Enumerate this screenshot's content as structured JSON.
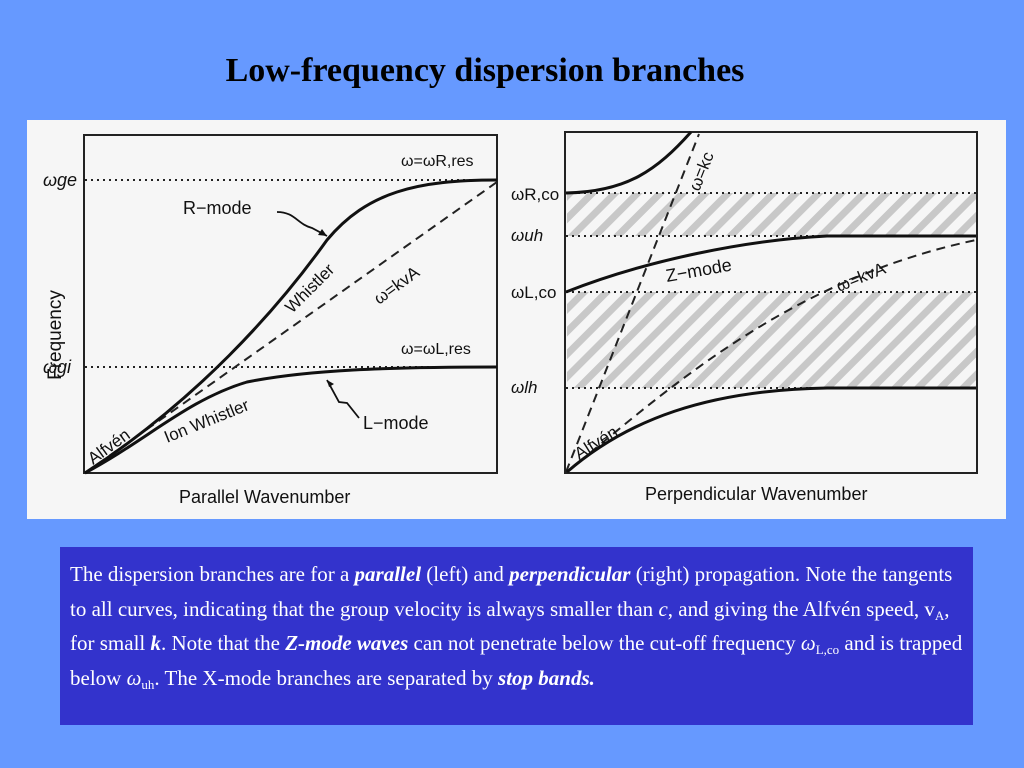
{
  "title": "Low-frequency dispersion branches",
  "left_panel": {
    "y_axis_label": "Frequency",
    "x_axis_label": "Parallel Wavenumber",
    "freq_labels": {
      "w_ge": "ωge",
      "w_gi": "ωgi"
    },
    "line_labels": {
      "r_res": "ω=ωR,res",
      "l_res": "ω=ωL,res",
      "kva": "ω=kvA"
    },
    "branch_labels": {
      "r_mode": "R−mode",
      "l_mode": "L−mode",
      "whistler": "Whistler",
      "ion_whistler": "Ion Whistler",
      "alfven": "Alfvén"
    }
  },
  "right_panel": {
    "x_axis_label": "Perpendicular Wavenumber",
    "freq_labels": {
      "w_rco": "ωR,co",
      "w_uh": "ωuh",
      "w_lco": "ωL,co",
      "w_lh": "ωlh"
    },
    "line_labels": {
      "kc": "ω=kc",
      "kva": "ω=kvA"
    },
    "branch_labels": {
      "z_mode": "Z−mode",
      "alfven": "Alfvén"
    }
  },
  "caption": {
    "t1": "The dispersion branches are for a ",
    "b1": "parallel",
    "t2": " (left) and ",
    "b2": "perpendicular",
    "t3": " (right) propagation. Note the tangents to all curves, indicating that the group velocity is always smaller than ",
    "c": "c",
    "t4": ", and giving the Alfvén speed, v",
    "sub_a": "A",
    "t5": ", for small ",
    "k": "k",
    "t6": ".  Note that the ",
    "b3": "Z-mode waves",
    "t7": " can not penetrate below the cut-off  frequency ",
    "omega1": "ω",
    "sub_lco": "L,co",
    "t8": " and is trapped below ",
    "omega2": "ω",
    "sub_uh": "uh",
    "t9": ". The X-mode branches are separated by ",
    "b4": "stop bands."
  },
  "colors": {
    "background": "#6699ff",
    "caption_box": "#3333cc",
    "figure_bg": "#f6f6f6"
  }
}
